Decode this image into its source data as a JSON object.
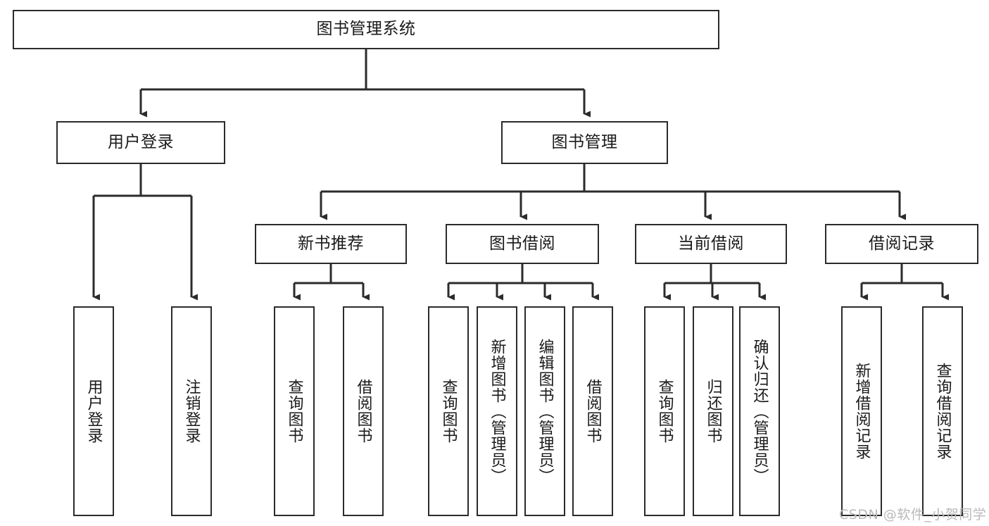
{
  "diagram": {
    "type": "tree-hierarchy",
    "title": "图书管理系统",
    "watermark": "CSDN @软件_小贺同学",
    "colors": {
      "stroke": "#2b2b2b",
      "fill": "#ffffff",
      "text": "#1a1a1a",
      "watermark": "#b9b9b9"
    },
    "nodes": {
      "root": {
        "label": "图书管理系统"
      },
      "level1": [
        {
          "id": "user-login",
          "label": "用户登录"
        },
        {
          "id": "book-manage",
          "label": "图书管理"
        }
      ],
      "level2": [
        {
          "id": "new-book-rec",
          "label": "新书推荐",
          "parent": "book-manage"
        },
        {
          "id": "book-borrow",
          "label": "图书借阅",
          "parent": "book-manage"
        },
        {
          "id": "current-borrow",
          "label": "当前借阅",
          "parent": "book-manage"
        },
        {
          "id": "borrow-record",
          "label": "借阅记录",
          "parent": "book-manage"
        }
      ],
      "leaves": [
        {
          "id": "leaf-user-login",
          "label": "用户登录",
          "parent": "user-login"
        },
        {
          "id": "leaf-logout",
          "label": "注销登录",
          "parent": "user-login"
        },
        {
          "id": "leaf-query-book-1",
          "label": "查询图书",
          "parent": "new-book-rec"
        },
        {
          "id": "leaf-borrow-book-1",
          "label": "借阅图书",
          "parent": "new-book-rec"
        },
        {
          "id": "leaf-query-book-2",
          "label": "查询图书",
          "parent": "book-borrow"
        },
        {
          "id": "leaf-add-book",
          "label": "新增图书（管理员）",
          "parent": "book-borrow"
        },
        {
          "id": "leaf-edit-book",
          "label": "编辑图书（管理员）",
          "parent": "book-borrow"
        },
        {
          "id": "leaf-borrow-book-2",
          "label": "借阅图书",
          "parent": "book-borrow"
        },
        {
          "id": "leaf-query-book-3",
          "label": "查询图书",
          "parent": "current-borrow"
        },
        {
          "id": "leaf-return-book",
          "label": "归还图书",
          "parent": "current-borrow"
        },
        {
          "id": "leaf-confirm-return",
          "label": "确认归还（管理员）",
          "parent": "current-borrow"
        },
        {
          "id": "leaf-add-record",
          "label": "新增借阅记录",
          "parent": "borrow-record"
        },
        {
          "id": "leaf-query-record",
          "label": "查询借阅记录",
          "parent": "borrow-record"
        }
      ]
    }
  }
}
